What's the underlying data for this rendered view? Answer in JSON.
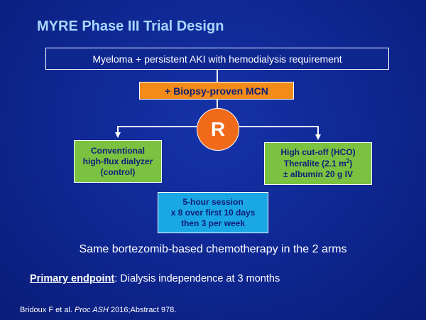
{
  "title": "MYRE Phase III Trial Design",
  "population": "Myeloma + persistent AKI with hemodialysis requirement",
  "criterion": "+ Biopsy-proven MCN",
  "randomization": "R",
  "left_arm": {
    "line1": "Conventional",
    "line2": "high-flux dialyzer",
    "line3": "(control)"
  },
  "right_arm": {
    "line1": "High cut-off (HCO)",
    "line2_pre": "Theralite (2.1 m",
    "line2_sup": "2",
    "line2_post": ")",
    "line3": "± albumin 20 g IV"
  },
  "session": {
    "line1": "5-hour session",
    "line2": "x 8 over first 10 days",
    "line3": "then 3 per week"
  },
  "chemo_note": "Same bortezomib-based chemotherapy in the 2 arms",
  "endpoint": {
    "label": "Primary endpoint",
    "separator": ":",
    "text": " Dialysis independence at 3 months"
  },
  "citation": {
    "authors": "Bridoux F et al. ",
    "journal": "Proc ASH",
    "rest": " 2016;Abstract 978."
  },
  "colors": {
    "background": "#0e2690",
    "title": "#a8d8ff",
    "orange": "#f28b18",
    "r_circle": "#f06a1a",
    "green": "#7cc241",
    "cyan": "#1aa7e6",
    "box_text": "#0e1e78"
  }
}
